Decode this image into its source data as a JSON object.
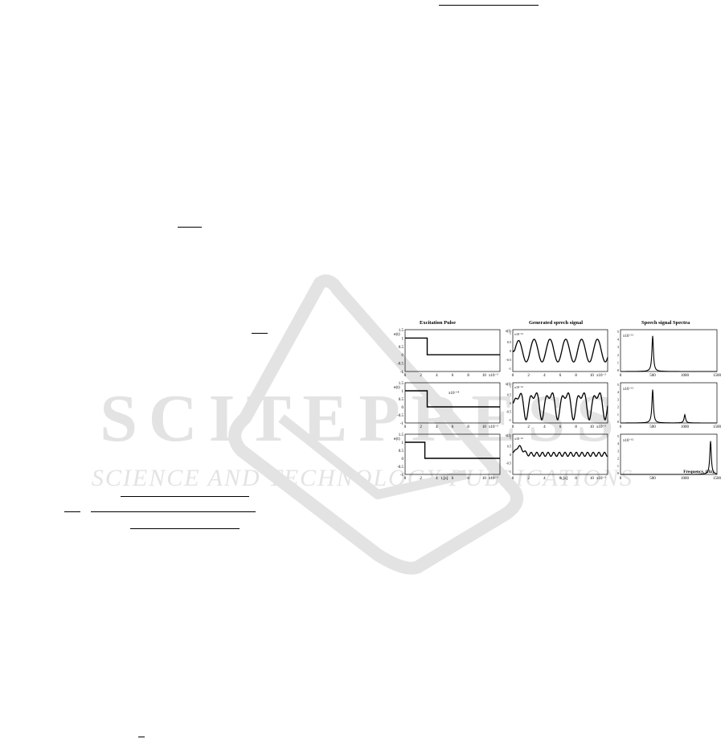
{
  "watermark": {
    "title": "SCITEPRESS",
    "subtitle": "SCIENCE AND TECHNOLOGY PUBLICATIONS",
    "color": "#e3e3e3"
  },
  "figure": {
    "column_titles": [
      "Excitation Pulse",
      "Generated sprech signal",
      "Speech signal Spectra"
    ],
    "rows": [
      {
        "pulse_ylabel": "e(t)",
        "pulse_scale_note": "",
        "speech_ylabel": "s(t)",
        "speech_scale": "x10⁻¹⁴",
        "spectrum_scale": "x10⁻¹¹"
      },
      {
        "pulse_ylabel": "e(t)",
        "pulse_scale_note": "x10⁻¹⁴",
        "speech_ylabel": "s(t)",
        "speech_scale": "x10⁻¹⁴",
        "spectrum_scale": "x10⁻¹¹"
      },
      {
        "pulse_ylabel": "e(t)",
        "pulse_scale_note": "",
        "speech_ylabel": "s(t)",
        "speech_scale": "x10⁻¹⁴",
        "spectrum_scale": "x10⁻¹²"
      }
    ],
    "time_xlabel": "t,[s]",
    "time_x_multiplier": "x10⁻³",
    "freq_xlabel": "Frequency, [Hz]"
  },
  "chart_data": [
    {
      "type": "line",
      "title": "Excitation Pulse",
      "xlabel": "t,[s]",
      "ylabel": "e(t)",
      "x_ticks": [
        0,
        2,
        4,
        6,
        8,
        10
      ],
      "xlim": [
        0,
        12
      ],
      "y_ticks": [
        1.5,
        1,
        0.5,
        0,
        -0.5,
        -1
      ],
      "ylim": [
        -1,
        1.5
      ],
      "series": [
        {
          "x": [
            0,
            2.8,
            2.8,
            12
          ],
          "y": [
            1,
            1,
            0,
            0
          ]
        },
        {
          "x": [
            0,
            2.8,
            2.8,
            12
          ],
          "y": [
            1,
            1,
            0,
            0
          ]
        },
        {
          "x": [
            0,
            2.5,
            2.5,
            12
          ],
          "y": [
            1,
            1,
            0,
            0
          ]
        }
      ]
    },
    {
      "type": "line",
      "title": "Generated sprech signal",
      "xlabel": "t,[s]",
      "ylabel": "s(t)",
      "x_ticks": [
        0,
        2,
        4,
        6,
        8,
        10
      ],
      "xlim": [
        0,
        12
      ],
      "series_descriptions": [
        {
          "freq_cycles_per_unit": 0.5,
          "harmonic2": 0
        },
        {
          "freq_cycles_per_unit": 0.5,
          "harmonic2": 0.45
        },
        {
          "freq_cycles_per_unit": 1.4,
          "harmonic2": 0
        }
      ]
    },
    {
      "type": "line",
      "title": "Speech signal Spectra",
      "xlabel": "Frequency, [Hz]",
      "x_ticks": [
        0,
        500,
        1000,
        1500
      ],
      "xlim": [
        0,
        1500
      ],
      "series": [
        {
          "peaks": [
            {
              "f": 500,
              "amp": 0.92
            }
          ]
        },
        {
          "peaks": [
            {
              "f": 500,
              "amp": 0.9
            },
            {
              "f": 1000,
              "amp": 0.22
            }
          ]
        },
        {
          "peaks": [
            {
              "f": 1400,
              "amp": 0.9
            }
          ]
        }
      ]
    }
  ]
}
